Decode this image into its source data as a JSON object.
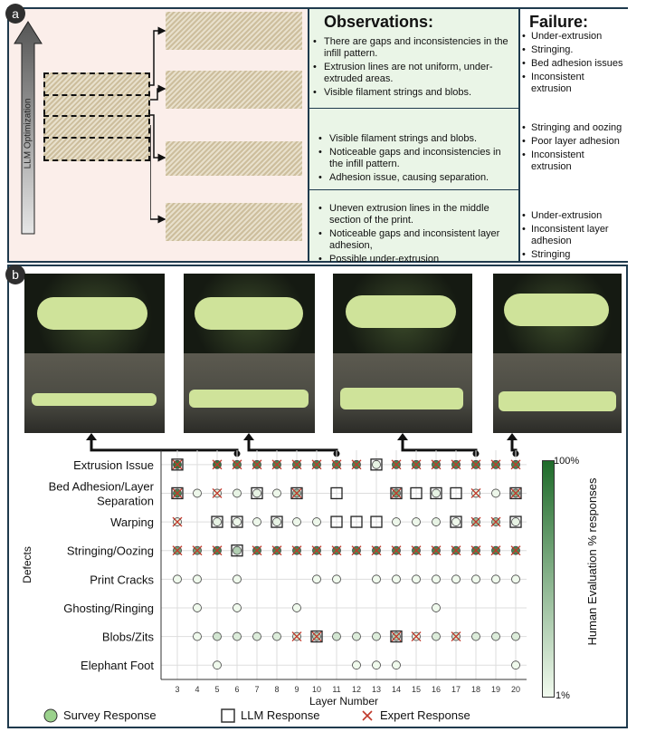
{
  "panel_a": {
    "label": "a",
    "axis_label": "LLM Optimization",
    "observations_title": "Observations:",
    "failure_title": "Failure:",
    "rows": [
      {
        "observations": [
          "There are gaps and inconsistencies in the infill pattern.",
          "Extrusion lines are not uniform, under-extruded areas.",
          "Visible filament strings and blobs."
        ],
        "failures": [
          "Under-extrusion",
          "Stringing.",
          "Bed adhesion issues",
          " Inconsistent extrusion"
        ]
      },
      {
        "observations": [
          "Visible filament strings and blobs.",
          "Noticeable gaps and inconsistencies in the infill pattern.",
          "Adhesion issue, causing separation."
        ],
        "failures": [
          " Stringing and oozing",
          " Poor layer adhesion",
          " Inconsistent extrusion"
        ]
      },
      {
        "observations": [
          "Uneven extrusion lines in the middle section of the print.",
          "Noticeable gaps and inconsistent layer adhesion,",
          "Possible under-extrusion"
        ],
        "failures": [
          " Under-extrusion",
          " Inconsistent layer adhesion",
          "Stringing"
        ]
      }
    ]
  },
  "panel_b": {
    "label": "b",
    "colorbar": {
      "label": "Human Evaluation % responses",
      "max_label": "100%",
      "min_label": "1%",
      "color_max": "#1f6b2a",
      "color_min": "#f1faee"
    },
    "legend": [
      "Survey Response",
      "LLM Response",
      "Expert Response"
    ]
  },
  "chart_data": {
    "type": "scatter",
    "xlabel": "Layer Number",
    "ylabel": "Defects",
    "x_ticks": [
      "3",
      "4",
      "5",
      "6",
      "7",
      "8",
      "9",
      "10",
      "11",
      "12",
      "13",
      "14",
      "15",
      "16",
      "17",
      "18",
      "19",
      "20"
    ],
    "categories": [
      "Extrusion Issue",
      "Bed Adhesion/Layer Separation",
      "Warping",
      "Stringing/Oozing",
      "Print Cracks",
      "Ghosting/Ringing",
      "Blobs/Zits",
      "Elephant Foot"
    ],
    "category_lines": [
      [
        "Extrusion Issue"
      ],
      [
        "Bed Adhesion/Layer",
        "Separation"
      ],
      [
        "Warping"
      ],
      [
        "Stringing/Oozing"
      ],
      [
        "Print Cracks"
      ],
      [
        "Ghosting/Ringing"
      ],
      [
        "Blobs/Zits"
      ],
      [
        "Elephant Foot"
      ]
    ],
    "grid": true,
    "series": [
      {
        "name": "Survey Response",
        "marker": "circle",
        "points": [
          [
            3,
            "Extrusion Issue",
            0.9
          ],
          [
            5,
            "Extrusion Issue",
            0.9
          ],
          [
            6,
            "Extrusion Issue",
            0.8
          ],
          [
            7,
            "Extrusion Issue",
            0.8
          ],
          [
            8,
            "Extrusion Issue",
            0.8
          ],
          [
            9,
            "Extrusion Issue",
            0.8
          ],
          [
            10,
            "Extrusion Issue",
            0.8
          ],
          [
            11,
            "Extrusion Issue",
            0.8
          ],
          [
            12,
            "Extrusion Issue",
            0.8
          ],
          [
            13,
            "Extrusion Issue",
            0.05
          ],
          [
            14,
            "Extrusion Issue",
            0.8
          ],
          [
            15,
            "Extrusion Issue",
            0.8
          ],
          [
            16,
            "Extrusion Issue",
            0.8
          ],
          [
            17,
            "Extrusion Issue",
            0.8
          ],
          [
            18,
            "Extrusion Issue",
            0.8
          ],
          [
            19,
            "Extrusion Issue",
            0.8
          ],
          [
            20,
            "Extrusion Issue",
            0.8
          ],
          [
            3,
            "Bed Adhesion/Layer Separation",
            0.8
          ],
          [
            4,
            "Bed Adhesion/Layer Separation",
            0.02
          ],
          [
            5,
            "Bed Adhesion/Layer Separation",
            0.05
          ],
          [
            6,
            "Bed Adhesion/Layer Separation",
            0.05
          ],
          [
            7,
            "Bed Adhesion/Layer Separation",
            0.05
          ],
          [
            8,
            "Bed Adhesion/Layer Separation",
            0.02
          ],
          [
            9,
            "Bed Adhesion/Layer Separation",
            0.4
          ],
          [
            14,
            "Bed Adhesion/Layer Separation",
            0.6
          ],
          [
            16,
            "Bed Adhesion/Layer Separation",
            0.05
          ],
          [
            18,
            "Bed Adhesion/Layer Separation",
            0.05
          ],
          [
            19,
            "Bed Adhesion/Layer Separation",
            0.02
          ],
          [
            20,
            "Bed Adhesion/Layer Separation",
            0.5
          ],
          [
            3,
            "Warping",
            0.05
          ],
          [
            5,
            "Warping",
            0.05
          ],
          [
            6,
            "Warping",
            0.02
          ],
          [
            7,
            "Warping",
            0.02
          ],
          [
            8,
            "Warping",
            0.05
          ],
          [
            9,
            "Warping",
            0.02
          ],
          [
            10,
            "Warping",
            0.02
          ],
          [
            14,
            "Warping",
            0.02
          ],
          [
            15,
            "Warping",
            0.02
          ],
          [
            16,
            "Warping",
            0.05
          ],
          [
            17,
            "Warping",
            0.02
          ],
          [
            18,
            "Warping",
            0.4
          ],
          [
            19,
            "Warping",
            0.4
          ],
          [
            20,
            "Warping",
            0.05
          ],
          [
            3,
            "Stringing/Oozing",
            0.6
          ],
          [
            4,
            "Stringing/Oozing",
            0.6
          ],
          [
            5,
            "Stringing/Oozing",
            0.8
          ],
          [
            6,
            "Stringing/Oozing",
            0.3
          ],
          [
            7,
            "Stringing/Oozing",
            0.8
          ],
          [
            8,
            "Stringing/Oozing",
            0.8
          ],
          [
            9,
            "Stringing/Oozing",
            0.8
          ],
          [
            10,
            "Stringing/Oozing",
            0.8
          ],
          [
            11,
            "Stringing/Oozing",
            0.8
          ],
          [
            12,
            "Stringing/Oozing",
            0.8
          ],
          [
            13,
            "Stringing/Oozing",
            0.8
          ],
          [
            14,
            "Stringing/Oozing",
            0.8
          ],
          [
            15,
            "Stringing/Oozing",
            0.8
          ],
          [
            16,
            "Stringing/Oozing",
            0.8
          ],
          [
            17,
            "Stringing/Oozing",
            0.8
          ],
          [
            18,
            "Stringing/Oozing",
            0.8
          ],
          [
            19,
            "Stringing/Oozing",
            0.8
          ],
          [
            20,
            "Stringing/Oozing",
            0.8
          ],
          [
            3,
            "Print Cracks",
            0.01
          ],
          [
            4,
            "Print Cracks",
            0.01
          ],
          [
            6,
            "Print Cracks",
            0.01
          ],
          [
            10,
            "Print Cracks",
            0.01
          ],
          [
            11,
            "Print Cracks",
            0.01
          ],
          [
            13,
            "Print Cracks",
            0.01
          ],
          [
            14,
            "Print Cracks",
            0.01
          ],
          [
            15,
            "Print Cracks",
            0.01
          ],
          [
            16,
            "Print Cracks",
            0.01
          ],
          [
            17,
            "Print Cracks",
            0.01
          ],
          [
            18,
            "Print Cracks",
            0.01
          ],
          [
            19,
            "Print Cracks",
            0.01
          ],
          [
            20,
            "Print Cracks",
            0.01
          ],
          [
            4,
            "Ghosting/Ringing",
            0.01
          ],
          [
            6,
            "Ghosting/Ringing",
            0.01
          ],
          [
            9,
            "Ghosting/Ringing",
            0.01
          ],
          [
            16,
            "Ghosting/Ringing",
            0.01
          ],
          [
            4,
            "Blobs/Zits",
            0.01
          ],
          [
            5,
            "Blobs/Zits",
            0.15
          ],
          [
            6,
            "Blobs/Zits",
            0.1
          ],
          [
            7,
            "Blobs/Zits",
            0.1
          ],
          [
            8,
            "Blobs/Zits",
            0.1
          ],
          [
            9,
            "Blobs/Zits",
            0.1
          ],
          [
            10,
            "Blobs/Zits",
            0.3
          ],
          [
            11,
            "Blobs/Zits",
            0.15
          ],
          [
            12,
            "Blobs/Zits",
            0.1
          ],
          [
            13,
            "Blobs/Zits",
            0.1
          ],
          [
            14,
            "Blobs/Zits",
            0.3
          ],
          [
            15,
            "Blobs/Zits",
            0.05
          ],
          [
            16,
            "Blobs/Zits",
            0.1
          ],
          [
            17,
            "Blobs/Zits",
            0.15
          ],
          [
            18,
            "Blobs/Zits",
            0.1
          ],
          [
            19,
            "Blobs/Zits",
            0.1
          ],
          [
            20,
            "Blobs/Zits",
            0.1
          ],
          [
            5,
            "Elephant Foot",
            0.01
          ],
          [
            12,
            "Elephant Foot",
            0.01
          ],
          [
            13,
            "Elephant Foot",
            0.01
          ],
          [
            14,
            "Elephant Foot",
            0.01
          ],
          [
            20,
            "Elephant Foot",
            0.01
          ]
        ]
      },
      {
        "name": "LLM Response",
        "marker": "square",
        "points": [
          [
            3,
            "Extrusion Issue"
          ],
          [
            13,
            "Extrusion Issue"
          ],
          [
            3,
            "Bed Adhesion/Layer Separation"
          ],
          [
            7,
            "Bed Adhesion/Layer Separation"
          ],
          [
            9,
            "Bed Adhesion/Layer Separation"
          ],
          [
            11,
            "Bed Adhesion/Layer Separation"
          ],
          [
            14,
            "Bed Adhesion/Layer Separation"
          ],
          [
            15,
            "Bed Adhesion/Layer Separation"
          ],
          [
            16,
            "Bed Adhesion/Layer Separation"
          ],
          [
            17,
            "Bed Adhesion/Layer Separation"
          ],
          [
            20,
            "Bed Adhesion/Layer Separation"
          ],
          [
            5,
            "Warping"
          ],
          [
            6,
            "Warping"
          ],
          [
            8,
            "Warping"
          ],
          [
            11,
            "Warping"
          ],
          [
            12,
            "Warping"
          ],
          [
            13,
            "Warping"
          ],
          [
            17,
            "Warping"
          ],
          [
            20,
            "Warping"
          ],
          [
            6,
            "Stringing/Oozing"
          ],
          [
            10,
            "Blobs/Zits"
          ],
          [
            14,
            "Blobs/Zits"
          ]
        ]
      },
      {
        "name": "Expert Response",
        "marker": "x",
        "points": [
          [
            3,
            "Extrusion Issue"
          ],
          [
            5,
            "Extrusion Issue"
          ],
          [
            6,
            "Extrusion Issue"
          ],
          [
            7,
            "Extrusion Issue"
          ],
          [
            8,
            "Extrusion Issue"
          ],
          [
            9,
            "Extrusion Issue"
          ],
          [
            10,
            "Extrusion Issue"
          ],
          [
            11,
            "Extrusion Issue"
          ],
          [
            12,
            "Extrusion Issue"
          ],
          [
            14,
            "Extrusion Issue"
          ],
          [
            15,
            "Extrusion Issue"
          ],
          [
            16,
            "Extrusion Issue"
          ],
          [
            17,
            "Extrusion Issue"
          ],
          [
            18,
            "Extrusion Issue"
          ],
          [
            19,
            "Extrusion Issue"
          ],
          [
            20,
            "Extrusion Issue"
          ],
          [
            3,
            "Bed Adhesion/Layer Separation"
          ],
          [
            5,
            "Bed Adhesion/Layer Separation"
          ],
          [
            9,
            "Bed Adhesion/Layer Separation"
          ],
          [
            14,
            "Bed Adhesion/Layer Separation"
          ],
          [
            18,
            "Bed Adhesion/Layer Separation"
          ],
          [
            20,
            "Bed Adhesion/Layer Separation"
          ],
          [
            3,
            "Warping"
          ],
          [
            18,
            "Warping"
          ],
          [
            19,
            "Warping"
          ],
          [
            3,
            "Stringing/Oozing"
          ],
          [
            4,
            "Stringing/Oozing"
          ],
          [
            5,
            "Stringing/Oozing"
          ],
          [
            7,
            "Stringing/Oozing"
          ],
          [
            8,
            "Stringing/Oozing"
          ],
          [
            9,
            "Stringing/Oozing"
          ],
          [
            10,
            "Stringing/Oozing"
          ],
          [
            11,
            "Stringing/Oozing"
          ],
          [
            12,
            "Stringing/Oozing"
          ],
          [
            13,
            "Stringing/Oozing"
          ],
          [
            14,
            "Stringing/Oozing"
          ],
          [
            15,
            "Stringing/Oozing"
          ],
          [
            16,
            "Stringing/Oozing"
          ],
          [
            17,
            "Stringing/Oozing"
          ],
          [
            18,
            "Stringing/Oozing"
          ],
          [
            19,
            "Stringing/Oozing"
          ],
          [
            20,
            "Stringing/Oozing"
          ],
          [
            9,
            "Blobs/Zits"
          ],
          [
            10,
            "Blobs/Zits"
          ],
          [
            14,
            "Blobs/Zits"
          ],
          [
            15,
            "Blobs/Zits"
          ],
          [
            17,
            "Blobs/Zits"
          ]
        ]
      }
    ]
  }
}
